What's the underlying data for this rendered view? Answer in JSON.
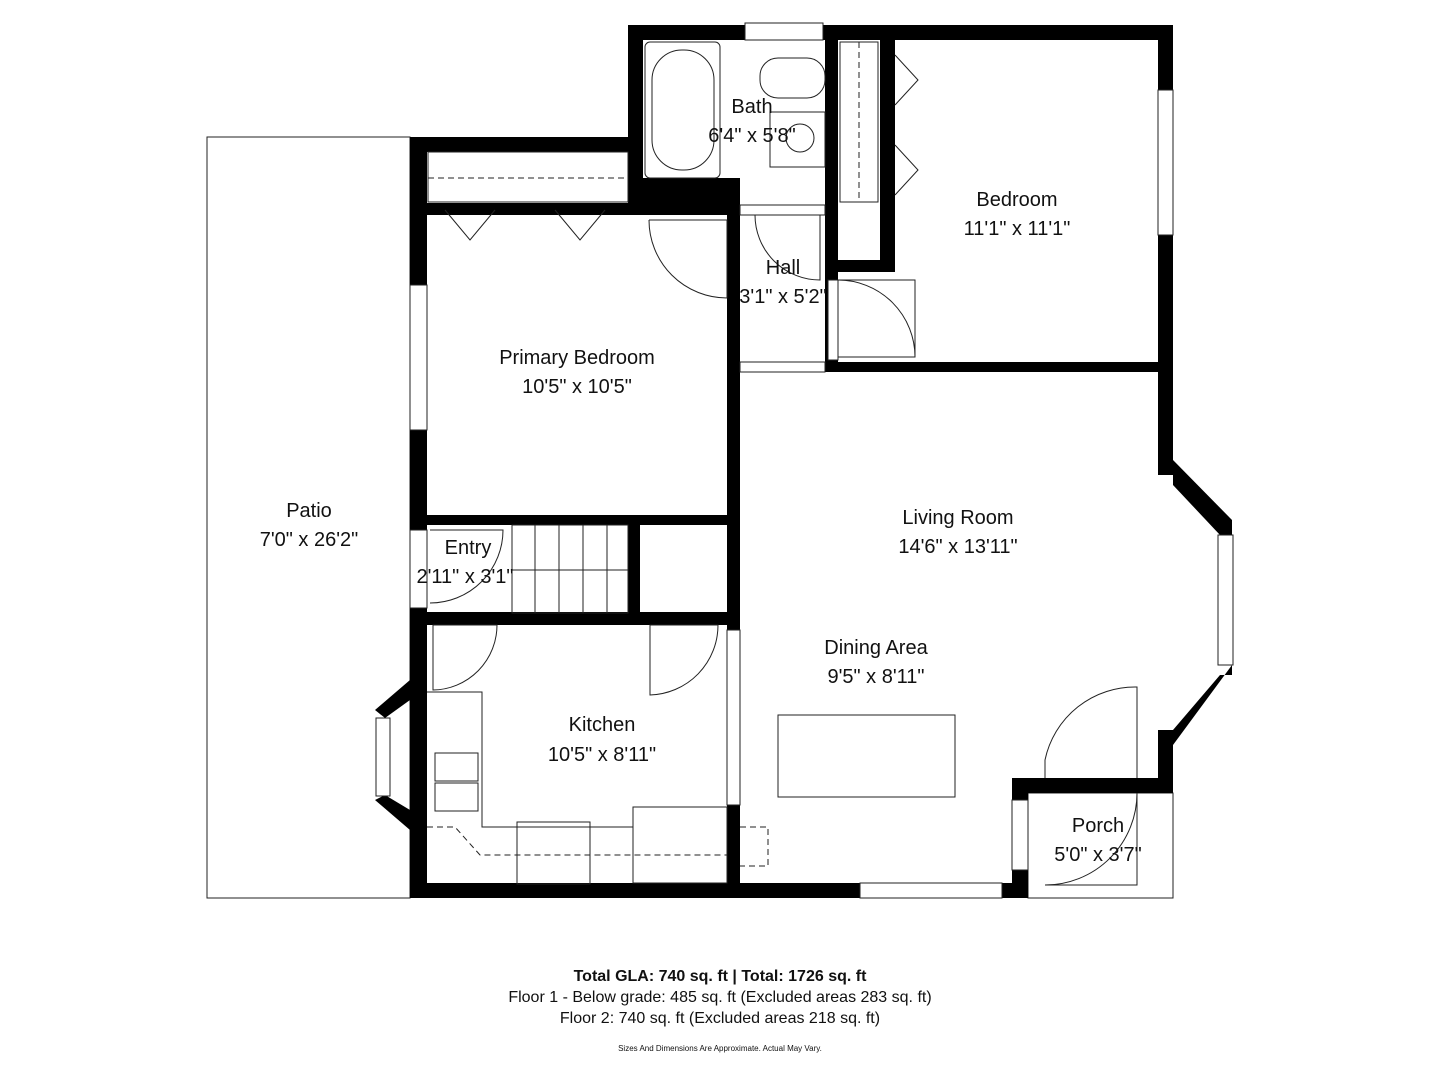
{
  "rooms": [
    {
      "name": "Bath",
      "dims": "6'4\" x 5'8\""
    },
    {
      "name": "Bedroom",
      "dims": "11'1\" x 11'1\""
    },
    {
      "name": "Hall",
      "dims": "3'1\" x 5'2\""
    },
    {
      "name": "Primary Bedroom",
      "dims": "10'5\" x 10'5\""
    },
    {
      "name": "Patio",
      "dims": "7'0\" x 26'2\""
    },
    {
      "name": "Living Room",
      "dims": "14'6\" x 13'11\""
    },
    {
      "name": "Entry",
      "dims": "2'11\" x 3'1\""
    },
    {
      "name": "Dining Area",
      "dims": "9'5\" x 8'11\""
    },
    {
      "name": "Kitchen",
      "dims": "10'5\" x 8'11\""
    },
    {
      "name": "Porch",
      "dims": "5'0\" x 3'7\""
    }
  ],
  "footer": {
    "total": "Total GLA: 740 sq. ft | Total: 1726 sq. ft",
    "floor1": "Floor 1 - Below grade: 485 sq. ft (Excluded areas 283 sq. ft)",
    "floor2": "Floor 2: 740 sq. ft (Excluded areas 218 sq. ft)",
    "disclaimer": "Sizes And Dimensions Are Approximate. Actual May Vary."
  },
  "colors": {
    "wall": "#000000",
    "background": "#ffffff"
  }
}
